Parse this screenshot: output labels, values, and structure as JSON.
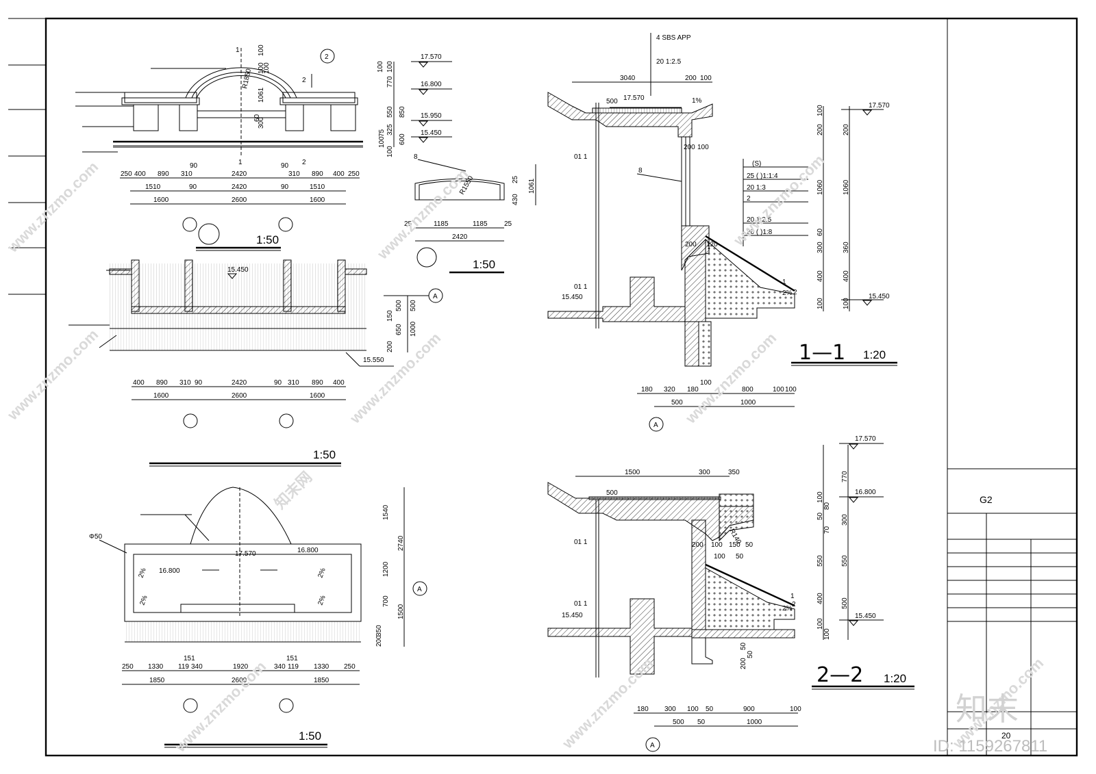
{
  "sheet": {
    "drawing_no": "G2",
    "sheet_no": "20",
    "watermark_url": "www.znzmo.com",
    "watermark_brand": "知末网",
    "watermark_logo": "知末",
    "watermark_id": "ID: 1159267811"
  },
  "elevation": {
    "scale": "1:50",
    "cut_1": "1",
    "cut_2": "2",
    "radius": "R1850",
    "detail_tag": "2",
    "dims_top": [
      "250",
      "400",
      "890",
      "310",
      "90",
      "2420",
      "90",
      "310",
      "890",
      "400",
      "250"
    ],
    "dims_mid": [
      "1510",
      "90",
      "2420",
      "90",
      "1510"
    ],
    "dims_bot": [
      "1600",
      "2600",
      "1600"
    ],
    "arch_dims": [
      "100",
      "100",
      "100",
      "1061",
      "60",
      "300"
    ],
    "levels": [
      "17.570",
      "16.800",
      "15.950",
      "15.450"
    ],
    "side_dims": [
      "100",
      "100",
      "770",
      "550",
      "850",
      "600",
      "325",
      "75",
      "100",
      "100"
    ]
  },
  "arch_detail": {
    "scale": "1:50",
    "tag": "8",
    "radius": "R1550",
    "dims": [
      "25",
      "1185",
      "1185",
      "25"
    ],
    "total": "2420",
    "height": "1061",
    "side": [
      "25",
      "430"
    ]
  },
  "plan_15450": {
    "scale": "1:50",
    "level": "15.450",
    "level_ground": "15.550",
    "axis": "A",
    "dims_top": [
      "400",
      "890",
      "310",
      "90",
      "2420",
      "90",
      "310",
      "890",
      "400"
    ],
    "dims_bot": [
      "1600",
      "2600",
      "1600"
    ],
    "side_dims": [
      "500",
      "150",
      "650",
      "200",
      "500",
      "1000"
    ]
  },
  "roof_plan": {
    "scale": "1:50",
    "pipe": "Φ50",
    "levels": [
      "16.800",
      "17.570",
      "16.800"
    ],
    "slope": "2%",
    "axis": "A",
    "dims_top": [
      "250",
      "1330",
      "151",
      "119",
      "340",
      "1920",
      "340",
      "151",
      "119",
      "1330",
      "250"
    ],
    "dims_bot": [
      "1850",
      "2600",
      "1850"
    ],
    "side_dims": [
      "1540",
      "1200",
      "700",
      "350",
      "200",
      "2740",
      "1500"
    ]
  },
  "section_1": {
    "title": "1—1",
    "scale": "1:20",
    "layers": [
      "4 SBS APP",
      "20 1:2.5"
    ],
    "top_dims": [
      "3040",
      "200",
      "100"
    ],
    "inner_dims": [
      "200",
      "100"
    ],
    "tags": [
      "500",
      "17.570",
      "8",
      "01 1",
      "01 1",
      "15.450"
    ],
    "notes": [
      "(S)",
      "25 (    )1:1:4",
      "20 1:3",
      "2",
      "20 1:2.5",
      "20 (    )1:8"
    ],
    "slope_top": "1%",
    "slope_bot": "2%",
    "slope_ratio": "1",
    "slope_ratio2": "2",
    "levels": [
      "17.570",
      "15.450"
    ],
    "right_dims": [
      "100",
      "200",
      "1060",
      "60",
      "300",
      "400",
      "100"
    ],
    "right_totals": [
      "200",
      "1060",
      "360",
      "400",
      "100"
    ],
    "bot_dims": [
      "180",
      "320",
      "180",
      "100",
      "800",
      "100",
      "100"
    ],
    "bot_totals": [
      "500",
      "1000"
    ],
    "small_dim": "200",
    "small_dim2": "120",
    "axis": "A"
  },
  "section_2": {
    "title": "2—2",
    "scale": "1:20",
    "top_dims": [
      "1500",
      "300",
      "350"
    ],
    "tags": [
      "500",
      "01 1",
      "01 1",
      "15.450"
    ],
    "radius": "R140",
    "mid_dims": [
      "200",
      "100",
      "150",
      "50",
      "100",
      "50"
    ],
    "levels": [
      "17.570",
      "16.800",
      "15.450"
    ],
    "right_dims": [
      "770",
      "100",
      "80",
      "70",
      "50",
      "300",
      "550",
      "400",
      "100",
      "100"
    ],
    "right_totals": [
      "550",
      "500"
    ],
    "slope": "2%",
    "slope_ratio": "1",
    "slope_ratio2": "2",
    "low_dims": [
      "50",
      "200",
      "50"
    ],
    "bot_dims": [
      "180",
      "300",
      "100",
      "50",
      "900",
      "100"
    ],
    "bot_totals": [
      "500",
      "50",
      "1000"
    ],
    "axis": "A"
  }
}
